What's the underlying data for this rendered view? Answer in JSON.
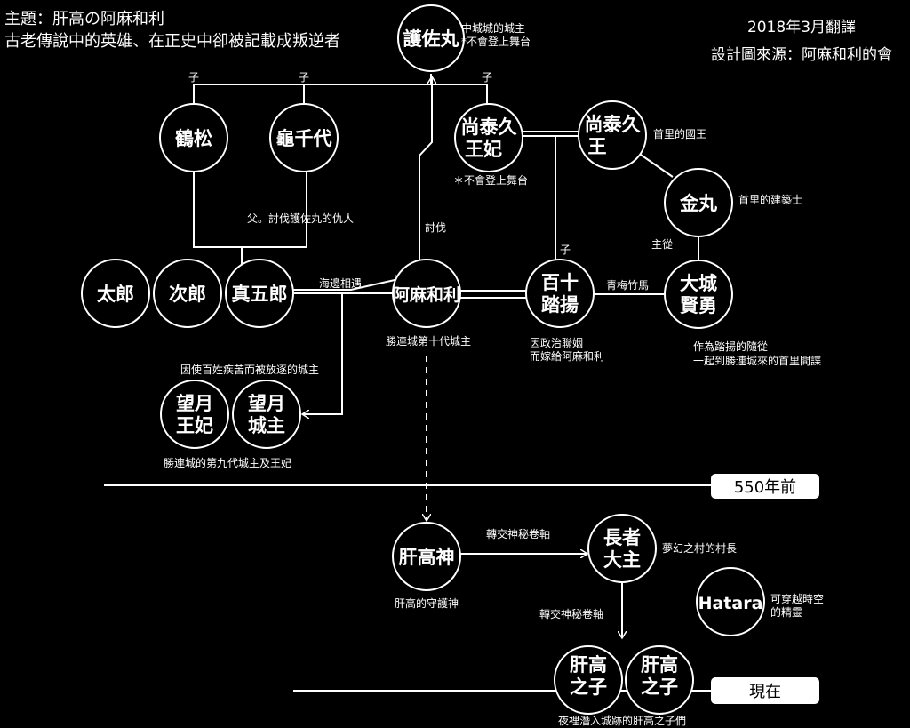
{
  "header": {
    "title_line1": "主題：肝高の阿麻和利",
    "title_line2": "古老傳說中的英雄、在正史中卻被記載成叛逆者",
    "translation_date": "2018年3月翻譯",
    "design_source": "設計圖來源：阿麻和利的會"
  },
  "nodes": {
    "gosamaru": {
      "l1": "護佐丸"
    },
    "tsurumatsu": {
      "l1": "鶴松"
    },
    "kamechiyo": {
      "l1": "龜千代"
    },
    "queen": {
      "l1": "尚泰久",
      "l2": "王妃"
    },
    "king": {
      "l1": "尚泰久",
      "l2": "王"
    },
    "kanamaru": {
      "l1": "金丸"
    },
    "taro": {
      "l1": "太郎"
    },
    "jiro": {
      "l1": "次郎"
    },
    "magoro": {
      "l1": "真五郎"
    },
    "amawari": {
      "l1": "阿麻和利"
    },
    "momoto": {
      "l1": "百十",
      "l2": "踏揚"
    },
    "oshiro": {
      "l1": "大城",
      "l2": "賢勇"
    },
    "mochizuki_queen": {
      "l1": "望月",
      "l2": "王妃"
    },
    "mochizuki_lord": {
      "l1": "望月",
      "l2": "城主"
    },
    "kimutaka_god": {
      "l1": "肝高神"
    },
    "elder": {
      "l1": "長者",
      "l2": "大主"
    },
    "hatara": {
      "l1": "Hatara"
    },
    "child1": {
      "l1": "肝高",
      "l2": "之子"
    },
    "child2": {
      "l1": "肝高",
      "l2": "之子"
    }
  },
  "annotations": {
    "gosamaru_1": "中城城的城主",
    "gosamaru_2": "*不會登上舞台",
    "queen_note": "＊不會登上舞台",
    "king_note": "首里的國王",
    "kanamaru_note": "首里的建築士",
    "momoto_1": "因政治聯姻",
    "momoto_2": "而嫁給阿麻和利",
    "oshiro_1": "作為踏揚的隨從",
    "oshiro_2": "一起到勝連城來的首里間諜",
    "amawari_note": "勝連城第十代城主",
    "mochizuki_top": "因使百姓疾苦而被放逐的城主",
    "mochizuki_bottom": "勝連城的第九代城主及王妃",
    "elder_note": "夢幻之村的村長",
    "god_note": "肝高的守護神",
    "hatara_1": "可穿越時空",
    "hatara_2": "的精靈",
    "children_note": "夜裡潛入城跡的肝高之子們"
  },
  "edges": {
    "child_1": "子",
    "child_2": "子",
    "child_3": "子",
    "child_4": "子",
    "father": "父。討伐護佐丸的仇人",
    "subjugate": "討伐",
    "master_servant": "主從",
    "childhood": "青梅竹馬",
    "sea_meet": "海邊相遇",
    "scroll_1": "轉交神秘卷軸",
    "scroll_2": "轉交神秘卷軸"
  },
  "eras": {
    "past": "550年前",
    "present": "現在"
  }
}
